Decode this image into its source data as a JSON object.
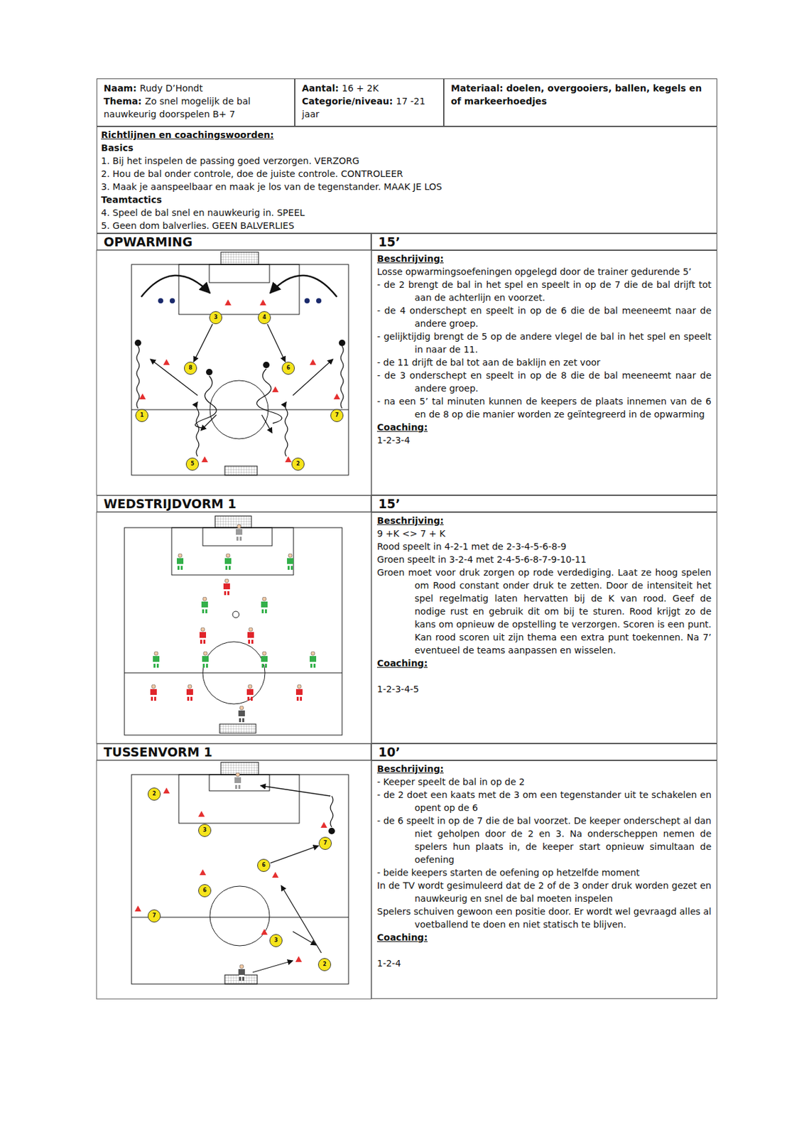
{
  "diagram": {
    "nodes": [
      {
        "text": [
          "Naam:",
          "Rudy D’Hondt",
          "Thema:",
          "Zo snel mogelijk de bal nauwkeurig doorspelen B+ 7"
        ]
      },
      {
        "text": [
          "Aantal:",
          "16 + 2K",
          "Categorie/niveau:",
          "17 -21 jaar"
        ]
      },
      {
        "text": [
          "Materiaal: doelen, overgooiers, ballen, kegels en of markeerhoedjes"
        ]
      },
      {
        "text": [
          "Richtlijnen en coachingswoorden:",
          "Basics",
          "1. Bij het inspelen de passing goed verzorgen. VERZORG",
          "2. Hou de bal onder controle, doe de juiste controle. CONTROLEER",
          "3. Maak je aanspeelbaar en maak je los van de tegenstander. MAAK JE LOS",
          "Teamtactics",
          "4. Speel de bal snel en nauwkeurig in. SPEEL",
          "5. Geen dom balverlies. GEEN BALVERLIES"
        ]
      },
      {
        "text": [
          "OPWARMING"
        ]
      },
      {
        "text": [
          "15’"
        ]
      },
      {
        "text": [
          "Beschrijving:",
          "Losse opwarmingsoefeningen opgelegd door de trainer gedurende 5’",
          "- de 2 brengt de bal in het spel en speelt in op de 7 die de bal drijft tot aan de achterlijn en voorzet.",
          "- de 4 onderschept en speelt in op de 6 die de bal meeneemt naar de andere groep.",
          "- gelijktijdig brengt de 5 op de andere vlegel de bal in het spel en speelt in naar de 11.",
          "- de 11 drijft de bal tot aan de baklijn en zet voor",
          "- de 3 onderschept en speelt in op de 8 die de bal meeneemt naar de andere groep.",
          "- na een 5’ tal minuten kunnen de keepers de plaats innemen van de 6 en de 8 op die manier worden ze geïntegreerd in de opwarming",
          "Coaching:",
          "1-2-3-4"
        ]
      },
      {
        "text": [
          "3"
        ]
      },
      {
        "text": [
          "4"
        ]
      },
      {
        "text": [
          "8"
        ]
      },
      {
        "text": [
          "6"
        ]
      },
      {
        "text": [
          "1"
        ]
      },
      {
        "text": [
          "7"
        ]
      },
      {
        "text": [
          "5"
        ]
      },
      {
        "text": [
          "2"
        ]
      },
      {
        "text": [
          "WEDSTRIJDVORM 1"
        ]
      },
      {
        "text": [
          "15’"
        ]
      },
      {
        "text": [
          "Beschrijving:",
          "9 +K <> 7 + K",
          "Rood speelt in 4-2-1 met de 2-3-4-5-6-8-9",
          "Groen speelt in 3-2-4 met 2-4-5-6-8-7-9-10-11",
          "Groen moet voor druk zorgen op rode verdediging. Laat ze hoog spelen om Rood constant onder druk te zetten. Door de intensiteit het spel regelmatig laten hervatten bij de K van rood. Geef de nodige rust en gebruik dit om bij te sturen. Rood krijgt zo de kans om opnieuw de opstelling te verzorgen. Scoren is een punt. Kan rood scoren uit zijn thema een extra punt toekennen. Na 7’ eventueel de teams aanpassen en wisselen.",
          "Coaching:",
          "1-2-3-4-5"
        ]
      },
      {
        "text": [
          "TUSSENVORM 1"
        ]
      },
      {
        "text": [
          "10’"
        ]
      },
      {
        "text": [
          "Beschrijving:",
          "- Keeper speelt de bal in op de 2",
          "- de 2 doet een kaats met de 3 om een tegenstander uit te schakelen en opent op de 6",
          "- de 6 speelt in op de 7 die de bal voorzet. De keeper onderschept al dan niet geholpen door de 2 en 3. Na onderscheppen nemen de spelers hun plaats in, de keeper start opnieuw simultaan de oefening",
          "- beide keepers starten de oefening op hetzelfde moment",
          "In de TV wordt gesimuleerd dat de 2 of de 3 onder druk worden gezet en nauwkeurig en snel de bal moeten inspelen",
          "Spelers schuiven gewoon een positie door. Er wordt wel gevraagd alles al voetballend te doen en niet statisch te blijven.",
          "Coaching:",
          "1-2-4"
        ]
      },
      {
        "text": [
          "2"
        ]
      },
      {
        "text": [
          "3"
        ]
      },
      {
        "text": [
          "7"
        ]
      },
      {
        "text": [
          "6"
        ]
      },
      {
        "text": [
          "6"
        ]
      },
      {
        "text": [
          "7"
        ]
      },
      {
        "text": [
          "3"
        ]
      },
      {
        "text": [
          "2"
        ]
      }
    ],
    "edges": [
      {
        "from": 7,
        "to": 9,
        "arrow": "to"
      },
      {
        "from": 8,
        "to": 10,
        "arrow": "to"
      },
      {
        "from": 24,
        "to": 23,
        "arrow": "to"
      }
    ]
  }
}
